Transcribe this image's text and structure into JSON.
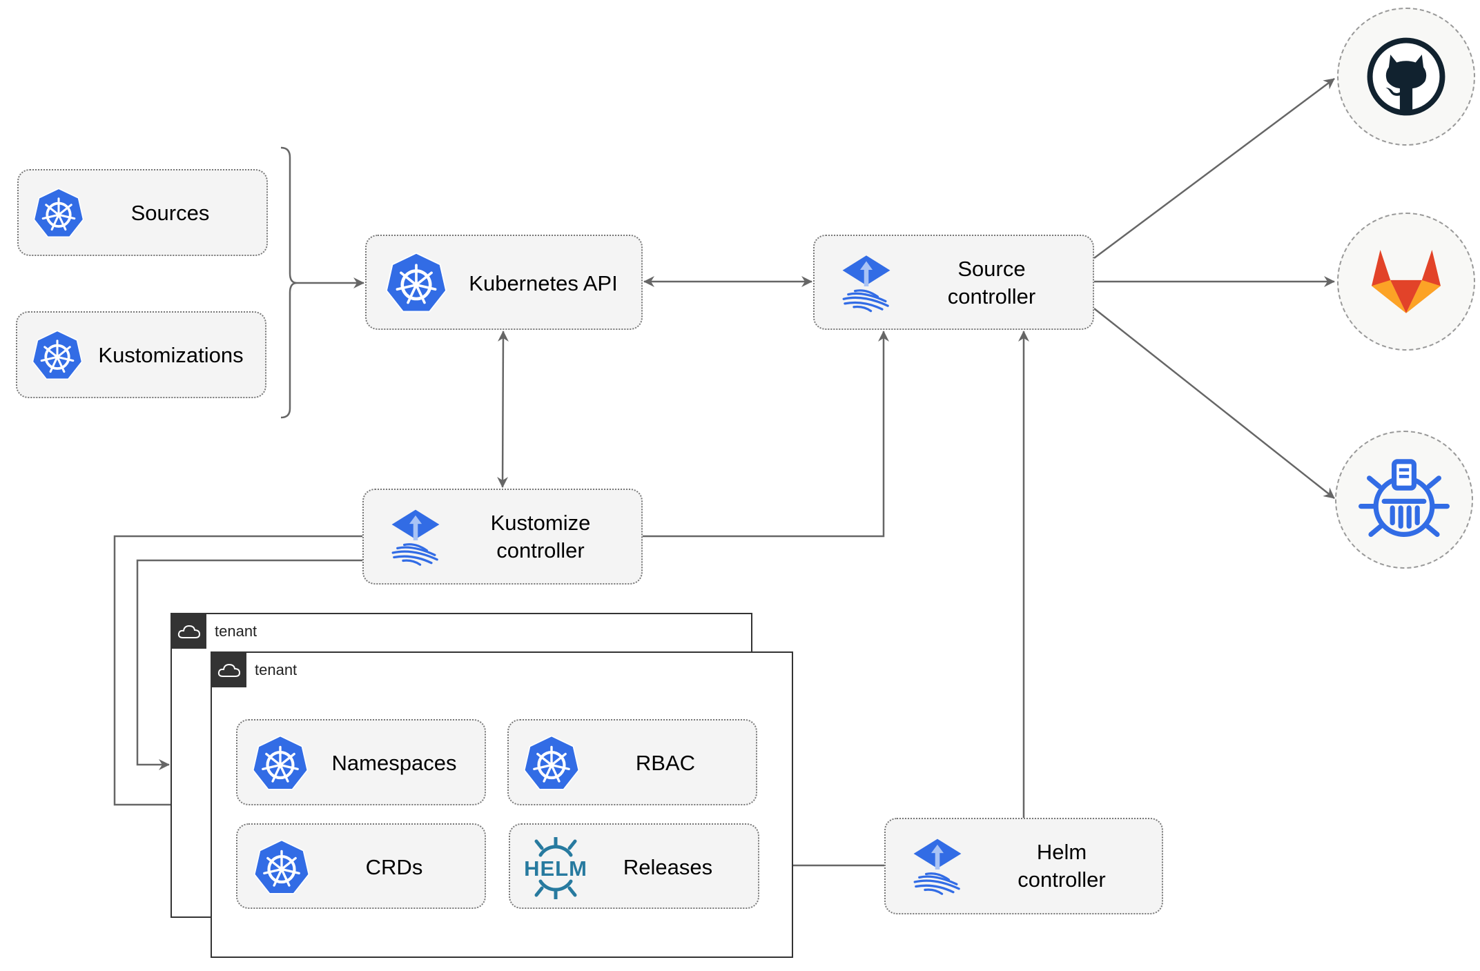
{
  "nodes": {
    "sources": "Sources",
    "kustomizations": "Kustomizations",
    "kubernetes_api": "Kubernetes API",
    "source_controller": [
      "Source",
      "controller"
    ],
    "kustomize_controller": [
      "Kustomize",
      "controller"
    ],
    "helm_controller": [
      "Helm",
      "controller"
    ],
    "namespaces": "Namespaces",
    "rbac": "RBAC",
    "crds": "CRDs",
    "releases": "Releases"
  },
  "tenants": [
    "tenant",
    "tenant"
  ],
  "helm_logo_text": "HELM",
  "external_sources": [
    "github-icon",
    "gitlab-icon",
    "helm-repository-icon"
  ],
  "colors": {
    "kubernetes_blue": "#326ce5",
    "gitlab_orange": "#e24329",
    "github_dark": "#11222f",
    "edge": "#666666"
  }
}
